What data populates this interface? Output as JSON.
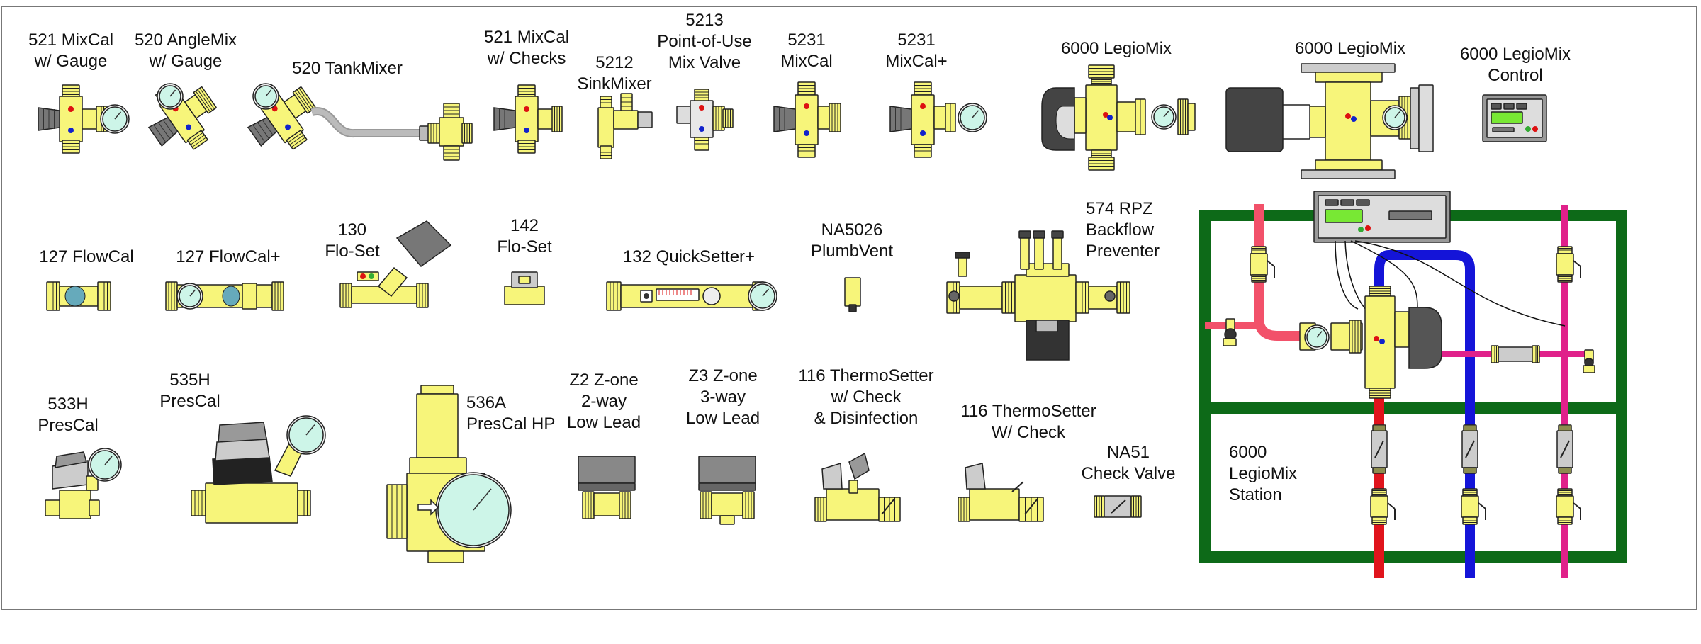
{
  "products": [
    {
      "id": "p521g",
      "lines": [
        "521 MixCal",
        "w/ Gauge"
      ]
    },
    {
      "id": "p520a",
      "lines": [
        "520 AngleMix",
        "w/ Gauge"
      ]
    },
    {
      "id": "p520t",
      "lines": [
        "520 TankMixer"
      ]
    },
    {
      "id": "p521c",
      "lines": [
        "521 MixCal",
        "w/ Checks"
      ]
    },
    {
      "id": "p5212",
      "lines": [
        "5212",
        "SinkMixer"
      ]
    },
    {
      "id": "p5213",
      "lines": [
        "5213",
        "Point-of-Use",
        "Mix Valve"
      ]
    },
    {
      "id": "p5231",
      "lines": [
        "5231",
        "MixCal"
      ]
    },
    {
      "id": "p5231p",
      "lines": [
        "5231",
        "MixCal+"
      ]
    },
    {
      "id": "p6000a",
      "lines": [
        "6000 LegioMix"
      ]
    },
    {
      "id": "p6000b",
      "lines": [
        "6000 LegioMix"
      ]
    },
    {
      "id": "p6000c",
      "lines": [
        "6000 LegioMix",
        "Control"
      ]
    },
    {
      "id": "p127",
      "lines": [
        "127 FlowCal"
      ]
    },
    {
      "id": "p127p",
      "lines": [
        "127 FlowCal+"
      ]
    },
    {
      "id": "p130",
      "lines": [
        "130",
        "Flo-Set"
      ]
    },
    {
      "id": "p142",
      "lines": [
        "142",
        "Flo-Set"
      ]
    },
    {
      "id": "p132",
      "lines": [
        "132 QuickSetter+"
      ]
    },
    {
      "id": "pna5026",
      "lines": [
        "NA5026",
        "PlumbVent"
      ]
    },
    {
      "id": "p574",
      "lines": [
        "574 RPZ",
        "Backflow",
        "Preventer"
      ]
    },
    {
      "id": "p533",
      "lines": [
        "533H",
        "PresCal"
      ]
    },
    {
      "id": "p535",
      "lines": [
        "535H",
        "PresCal"
      ]
    },
    {
      "id": "p536",
      "lines": [
        "536A",
        "PresCal HP"
      ]
    },
    {
      "id": "pz2",
      "lines": [
        "Z2 Z-one",
        "2-way",
        "Low Lead"
      ]
    },
    {
      "id": "pz3",
      "lines": [
        "Z3 Z-one",
        "3-way",
        "Low Lead"
      ]
    },
    {
      "id": "p116c",
      "lines": [
        "116 ThermoSetter",
        "w/ Check",
        "& Disinfection"
      ]
    },
    {
      "id": "p116w",
      "lines": [
        "116 ThermoSetter",
        "W/ Check"
      ]
    },
    {
      "id": "pna51",
      "lines": [
        "NA51",
        "Check Valve"
      ]
    },
    {
      "id": "pstation",
      "lines": [
        "6000",
        "LegioMix",
        "Station"
      ]
    }
  ],
  "colors": {
    "brass": "#f7f57a",
    "outline": "#222222",
    "gauge": "#cdf5e8",
    "handle": "#555555",
    "frame_green": "#0d6a18",
    "pipe_red": "#e0141c",
    "pipe_blue": "#1414d8",
    "pipe_pink": "#e0218a",
    "pipe_lightred": "#f2516a",
    "screen_green": "#78e834"
  },
  "icons": [
    "valve-body-icon",
    "gauge-icon",
    "actuator-icon",
    "control-box-icon",
    "pipe-icon"
  ]
}
